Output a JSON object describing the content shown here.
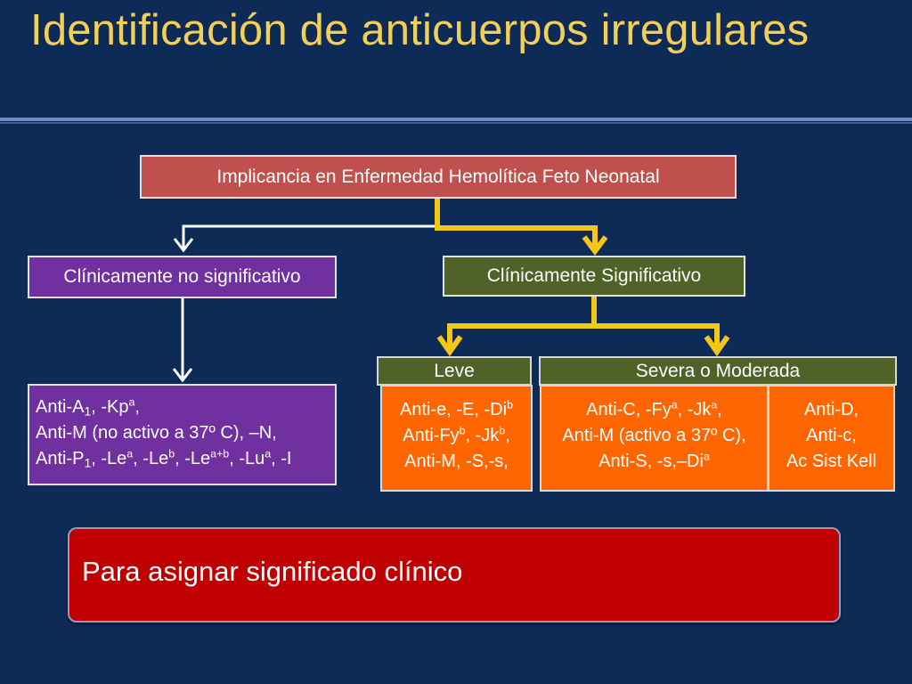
{
  "title": "Identificación de anticuerpos irregulares",
  "root_box": "Implicancia en Enfermedad Hemolítica Feto Neonatal",
  "not_significant": {
    "label": "Clínicamente no significativo",
    "antibodies": [
      [
        {
          "t": "Anti-A"
        },
        {
          "t": "1",
          "sub": true
        },
        {
          "t": ", -Kp"
        },
        {
          "t": "a",
          "sup": true
        },
        {
          "t": ","
        }
      ],
      [
        {
          "t": "Anti-M (no activo a 37º C), –N,"
        }
      ],
      [
        {
          "t": "Anti-P"
        },
        {
          "t": "1",
          "sub": true
        },
        {
          "t": ", -Le"
        },
        {
          "t": "a",
          "sup": true
        },
        {
          "t": ", -Le"
        },
        {
          "t": "b",
          "sup": true
        },
        {
          "t": ", -Le"
        },
        {
          "t": "a+b",
          "sup": true
        },
        {
          "t": ", -Lu"
        },
        {
          "t": "a",
          "sup": true
        },
        {
          "t": ", -I"
        }
      ]
    ]
  },
  "significant": {
    "label": "Clínicamente Significativo",
    "leve": {
      "label": "Leve",
      "antibodies": [
        [
          {
            "t": "Anti-e, -E, -Di"
          },
          {
            "t": "b",
            "sup": true
          }
        ],
        [
          {
            "t": "Anti-Fy"
          },
          {
            "t": "b",
            "sup": true
          },
          {
            "t": ", -Jk"
          },
          {
            "t": "b",
            "sup": true
          },
          {
            "t": ","
          }
        ],
        [
          {
            "t": "Anti-M, -S,-s,"
          }
        ]
      ]
    },
    "severa": {
      "label": "Severa o Moderada",
      "antibodies": [
        [
          {
            "t": "Anti-C, -Fy"
          },
          {
            "t": "a",
            "sup": true
          },
          {
            "t": ", -Jk"
          },
          {
            "t": "a",
            "sup": true
          },
          {
            "t": ","
          }
        ],
        [
          {
            "t": "Anti-M (activo a 37º C),"
          }
        ],
        [
          {
            "t": "Anti-S, -s,–Di"
          },
          {
            "t": "a",
            "sup": true
          }
        ]
      ],
      "antibodies_2": [
        [
          {
            "t": "Anti-D,"
          }
        ],
        [
          {
            "t": "Anti-c,"
          }
        ],
        [
          {
            "t": "Ac Sist Kell"
          }
        ]
      ]
    }
  },
  "banner": "Para asignar significado clínico",
  "colors": {
    "background": "#0e2a57",
    "title": "#f2cf57",
    "root": "#c0504d",
    "purple": "#7030a0",
    "green": "#4f6228",
    "orange": "#ff6600",
    "banner": "#c00000",
    "arrow_yellow": "#f5c518",
    "arrow_white": "#ffffff"
  }
}
